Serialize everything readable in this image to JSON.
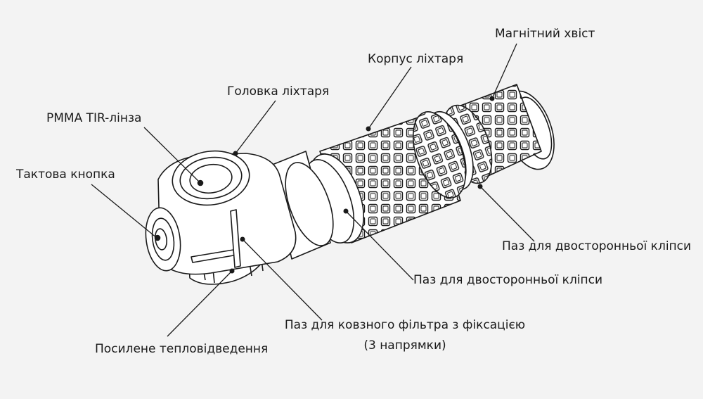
{
  "labels": {
    "magnetic_tail": "Магнітний хвіст",
    "body": "Корпус ліхтаря",
    "head": "Головка ліхтаря",
    "lens": "PMMA TIR-лінза",
    "button": "Тактова кнопка",
    "clip_groove_1": "Паз для двосторонньої кліпси",
    "clip_groove_2": "Паз для двосторонньої кліпси",
    "filter_groove_line1": "Паз для ковзного фільтра з фіксацією",
    "filter_groove_line2": "(3 напрямки)",
    "heat_sink": "Посилене тепловідведення"
  },
  "colors": {
    "background": "#f3f3f3",
    "outline": "#1a1a1a",
    "fill": "#ffffff"
  }
}
